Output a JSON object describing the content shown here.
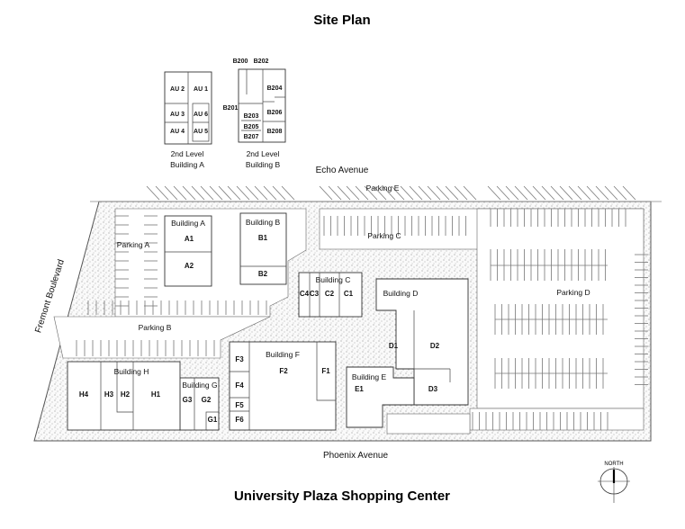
{
  "title": "Site Plan",
  "subtitle": "University Plaza Shopping Center",
  "streets": {
    "north": "Echo Avenue",
    "south": "Phoenix Avenue",
    "west": "Fremont Boulevard"
  },
  "north_arrow": "NORTH",
  "second_level": {
    "building_a": {
      "label_line1": "2nd Level",
      "label_line2": "Building A",
      "units": [
        "AU 2",
        "AU 1",
        "AU 3",
        "AU 6",
        "AU 4",
        "AU 5"
      ]
    },
    "building_b": {
      "label_line1": "2nd Level",
      "label_line2": "Building B",
      "units": [
        "B200",
        "B202",
        "B204",
        "B201",
        "B203",
        "B206",
        "B205",
        "B208",
        "B207"
      ]
    }
  },
  "parking": [
    "Parking A",
    "Parking B",
    "Parking C",
    "Parking D",
    "Parking E"
  ],
  "buildings": {
    "a": {
      "name": "Building A",
      "units": [
        "A1",
        "A2"
      ]
    },
    "b": {
      "name": "Building B",
      "units": [
        "B1",
        "B2"
      ]
    },
    "c": {
      "name": "Building C",
      "units": [
        "C4",
        "C3",
        "C2",
        "C1"
      ]
    },
    "d": {
      "name": "Building D",
      "units": [
        "D1",
        "D2",
        "D3"
      ]
    },
    "e": {
      "name": "Building E",
      "units": [
        "E1"
      ]
    },
    "f": {
      "name": "Building F",
      "units": [
        "F3",
        "F2",
        "F1",
        "F4",
        "F5",
        "F6"
      ]
    },
    "g": {
      "name": "Building G",
      "units": [
        "G3",
        "G2",
        "G1"
      ]
    },
    "h": {
      "name": "Building H",
      "units": [
        "H4",
        "H3",
        "H2",
        "H1"
      ]
    }
  }
}
